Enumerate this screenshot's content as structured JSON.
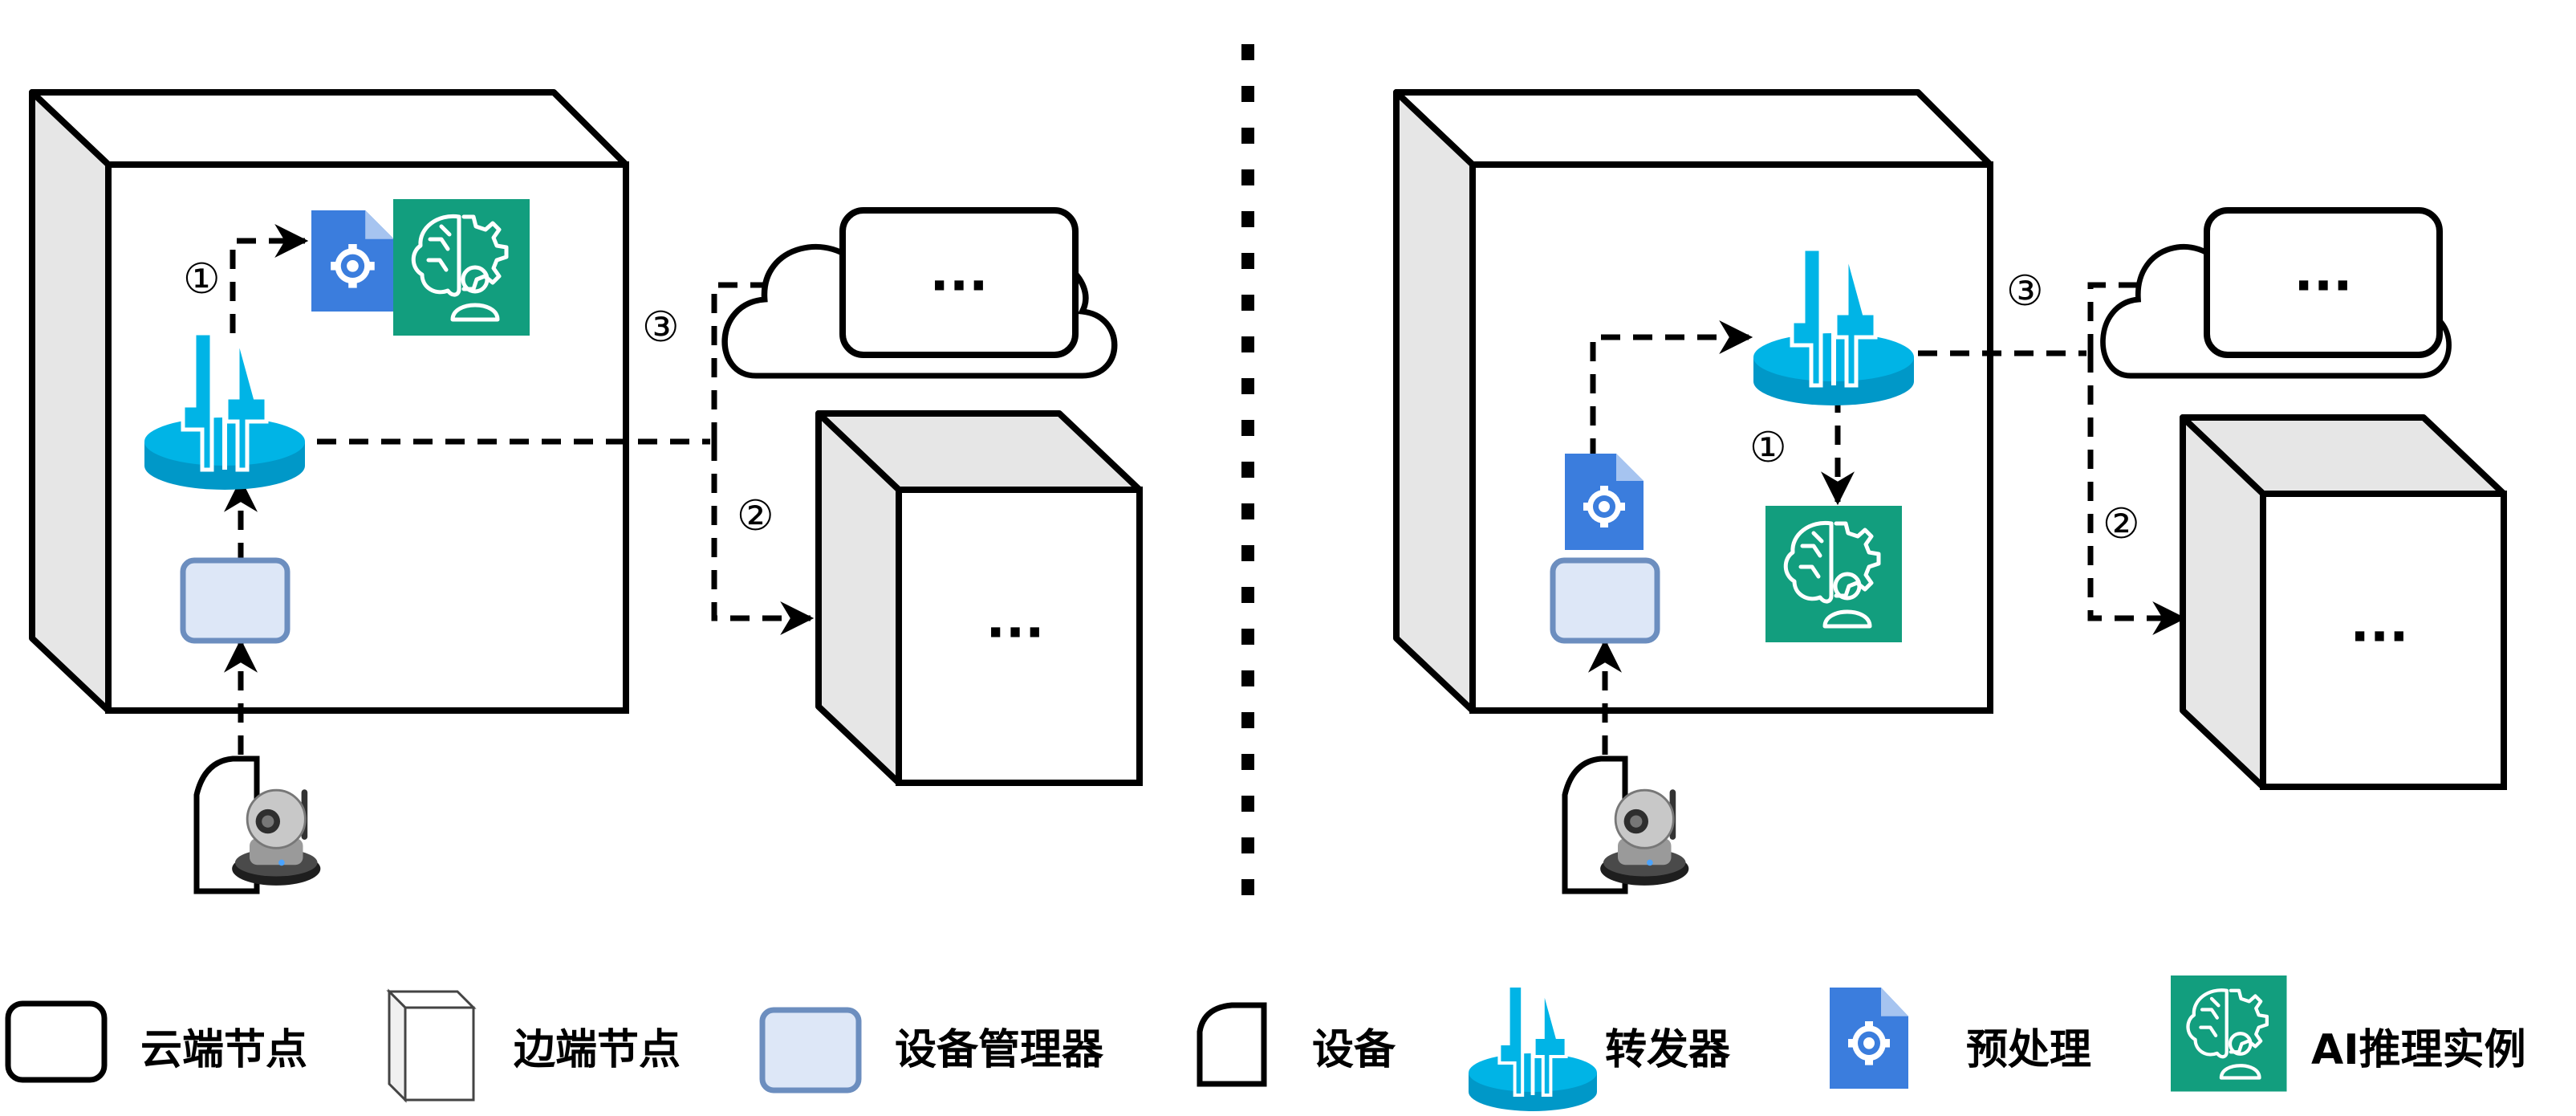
{
  "left_panel": {
    "markers": {
      "one": "①",
      "two": "②",
      "three": "③"
    },
    "cloud_content": "···",
    "edge_content": "···"
  },
  "right_panel": {
    "markers": {
      "one": "①",
      "two": "②",
      "three": "③"
    },
    "cloud_content": "···",
    "edge_content": "···"
  },
  "legend": {
    "cloud_node": "云端节点",
    "edge_node": "边端节点",
    "device_manager": "设备管理器",
    "device": "设备",
    "forwarder": "转发器",
    "preprocess": "预处理",
    "ai_instance": "AI推理实例"
  },
  "colors": {
    "forwarder": "#00B4E6",
    "preprocess": "#3B7DDD",
    "ai_instance": "#129E7E",
    "device_manager_fill": "#DDE7F7",
    "device_manager_stroke": "#6C8EBF"
  }
}
